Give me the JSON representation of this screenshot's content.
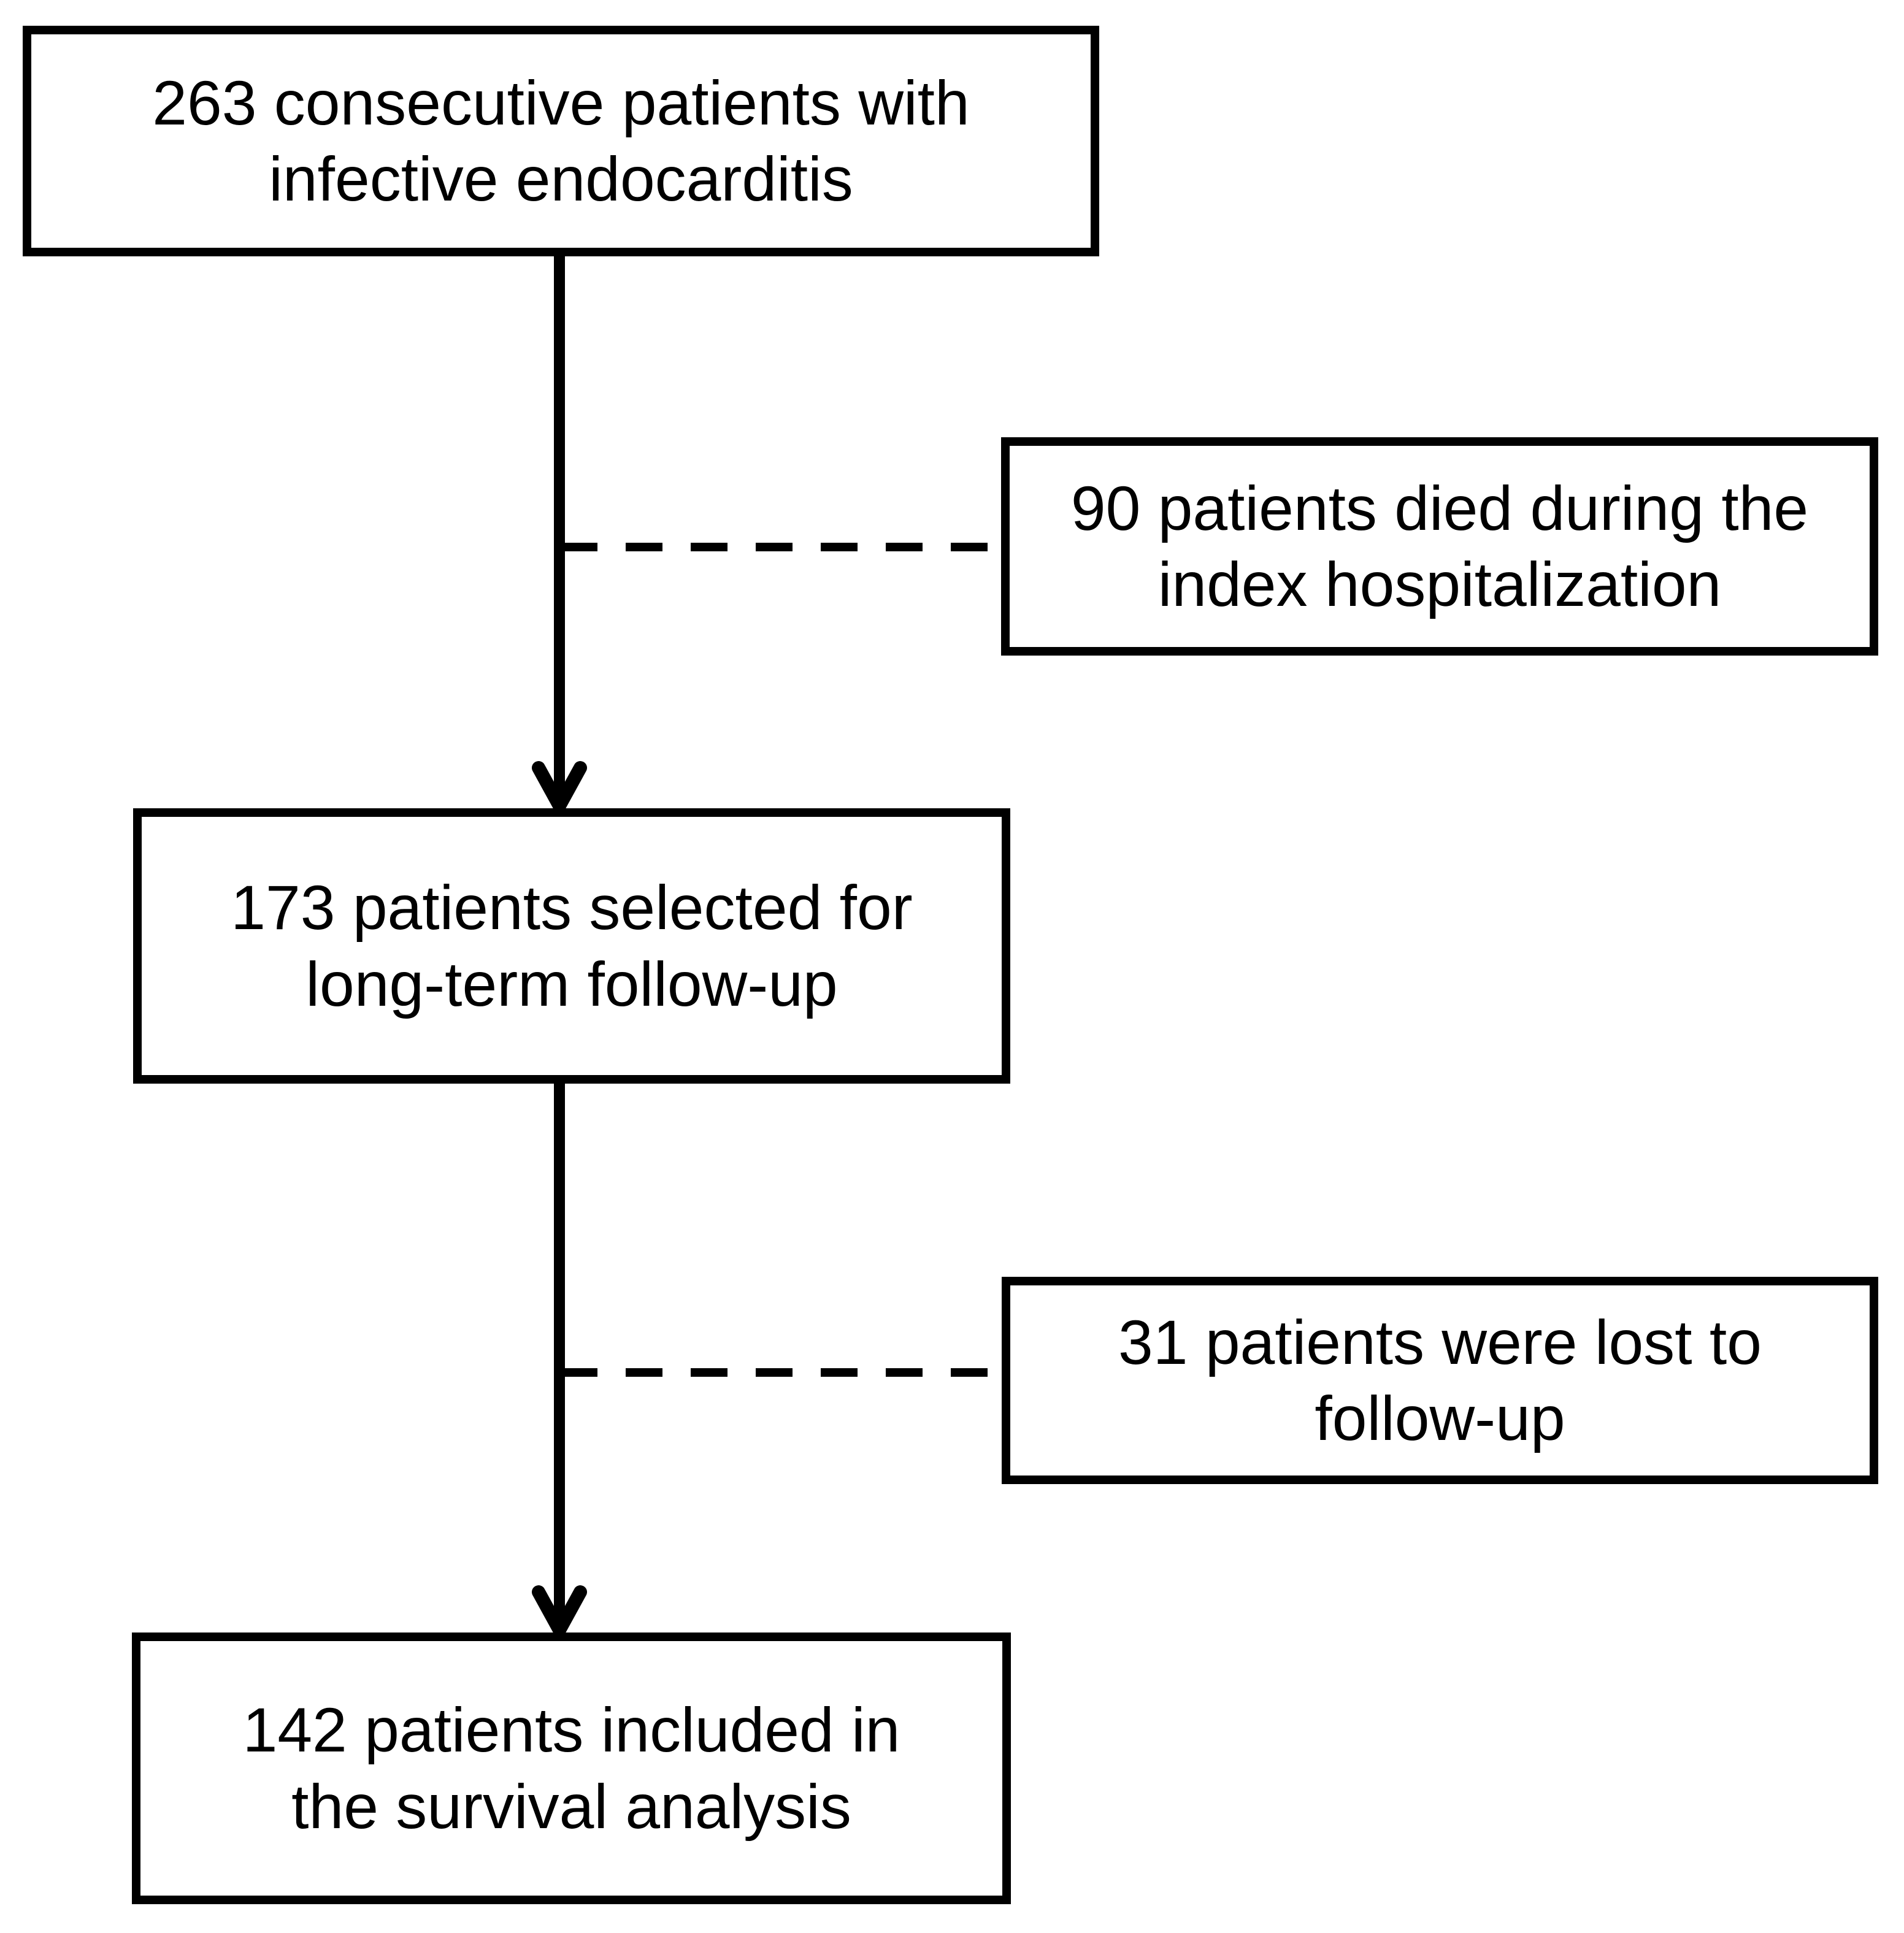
{
  "figure": {
    "kind": "patient-flow-diagram",
    "colors": {
      "ink": "#000000",
      "background": "#ffffff"
    }
  },
  "nodes": [
    {
      "id": "total-patients",
      "lines": [
        "263 consecutive patients with",
        "infective endocarditis"
      ]
    },
    {
      "id": "died-index-hospitalization",
      "lines": [
        "90 patients died during the",
        "index hospitalization"
      ]
    },
    {
      "id": "selected-for-followup",
      "lines": [
        "173 patients selected for",
        "long-term follow-up"
      ]
    },
    {
      "id": "lost-to-followup",
      "lines": [
        "31 patients were lost to",
        "follow-up"
      ]
    },
    {
      "id": "survival-analysis",
      "lines": [
        "142 patients included in",
        "the survival analysis"
      ]
    }
  ],
  "connectors": [
    {
      "id": "total-to-selected",
      "style": "solid-arrow-down"
    },
    {
      "id": "branch-to-died",
      "style": "dashed-horizontal"
    },
    {
      "id": "selected-to-survival",
      "style": "solid-arrow-down"
    },
    {
      "id": "branch-to-lost",
      "style": "dashed-horizontal"
    }
  ]
}
